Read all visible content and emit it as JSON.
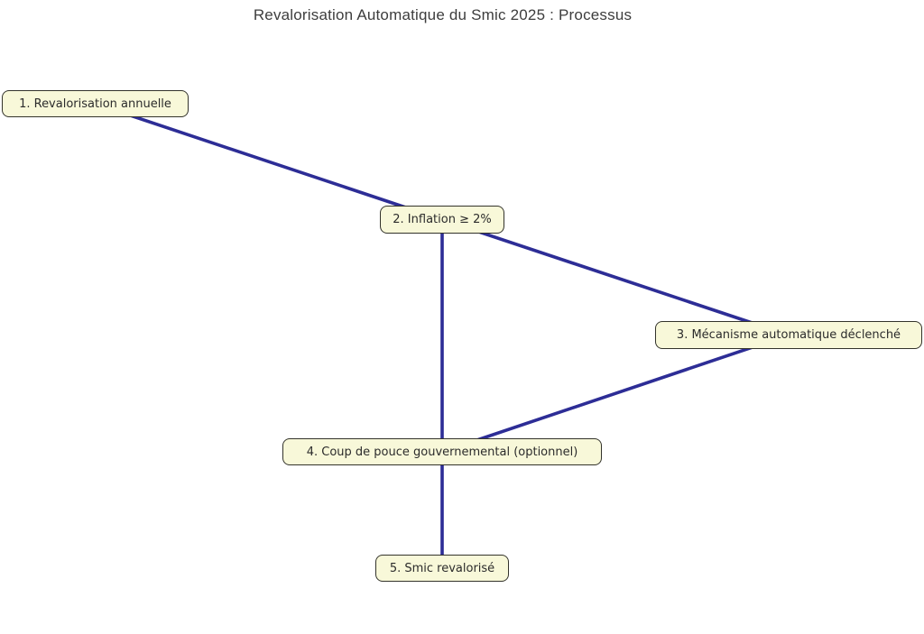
{
  "title": "Revalorisation Automatique du Smic 2025 : Processus",
  "diagram": {
    "type": "flowchart",
    "nodes": [
      {
        "id": 1,
        "label": "1. Revalorisation annuelle"
      },
      {
        "id": 2,
        "label": "2. Inflation ≥ 2%"
      },
      {
        "id": 3,
        "label": "3. Mécanisme automatique déclenché"
      },
      {
        "id": 4,
        "label": "4. Coup de pouce gouvernemental (optionnel)"
      },
      {
        "id": 5,
        "label": "5. Smic revalorisé"
      }
    ],
    "edges": [
      {
        "from": 1,
        "to": 2
      },
      {
        "from": 2,
        "to": 3
      },
      {
        "from": 2,
        "to": 4
      },
      {
        "from": 3,
        "to": 4
      },
      {
        "from": 4,
        "to": 5
      }
    ]
  },
  "colors": {
    "edge": "#2d2d96",
    "node_fill": "#f8f8d9",
    "node_border": "#33332b",
    "node_text": "#2b2b2b",
    "title_text": "#3d3d3d",
    "background": "#ffffff"
  }
}
